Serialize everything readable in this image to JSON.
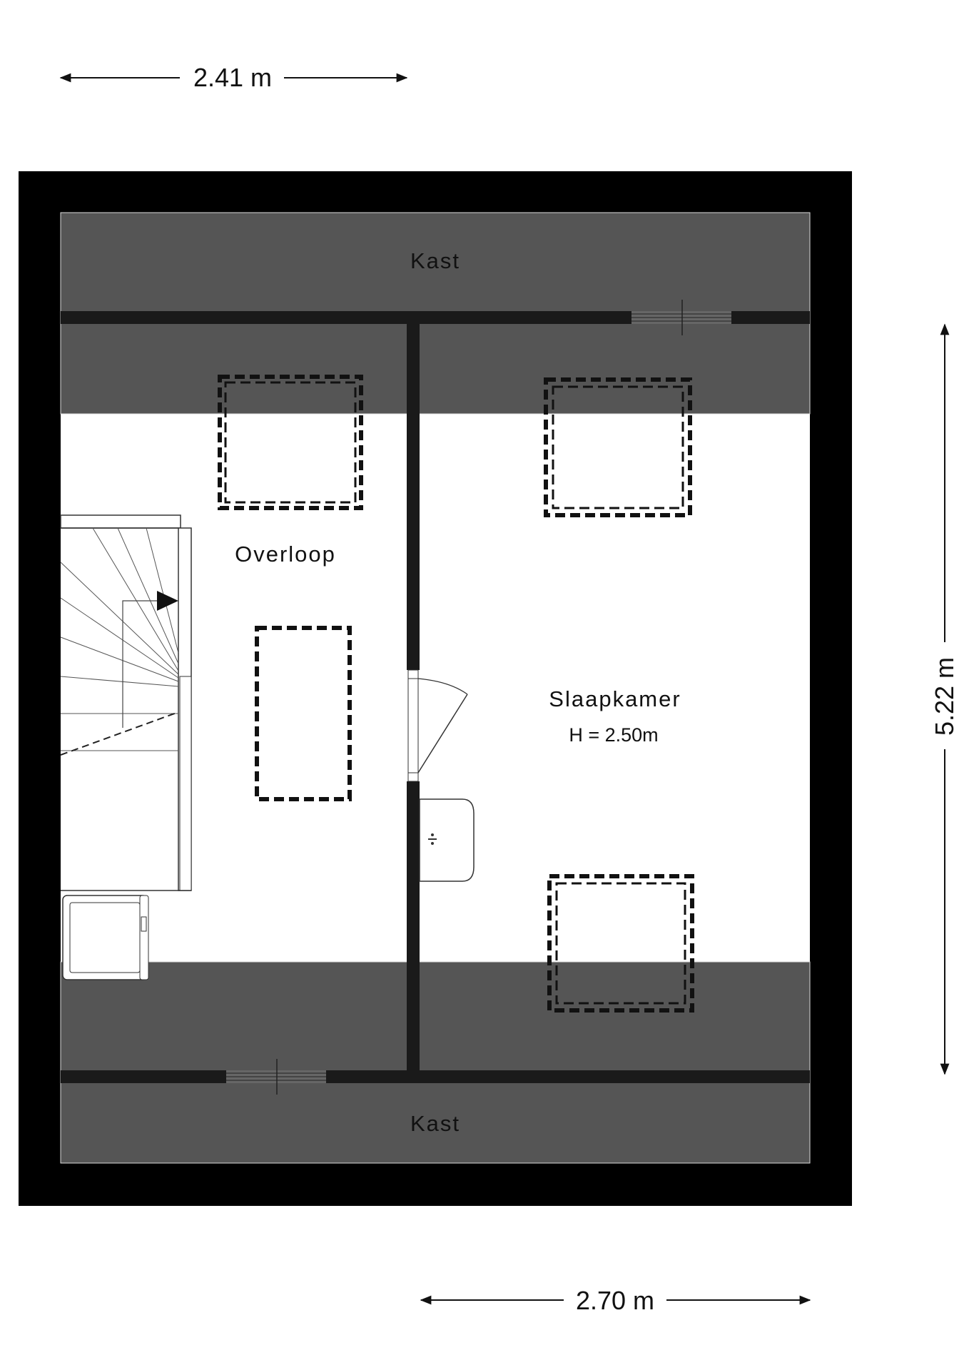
{
  "dimensions": {
    "top": "2.41 m",
    "bottom": "2.70 m",
    "right": "5.22 m"
  },
  "rooms": {
    "kast_top": "Kast",
    "kast_bottom": "Kast",
    "overloop": "Overloop",
    "slaapkamer": "Slaapkamer",
    "slaapkamer_height": "H = 2.50m"
  },
  "colors": {
    "wall": "#000000",
    "kast_fill": "#555555",
    "floor": "#ffffff"
  }
}
